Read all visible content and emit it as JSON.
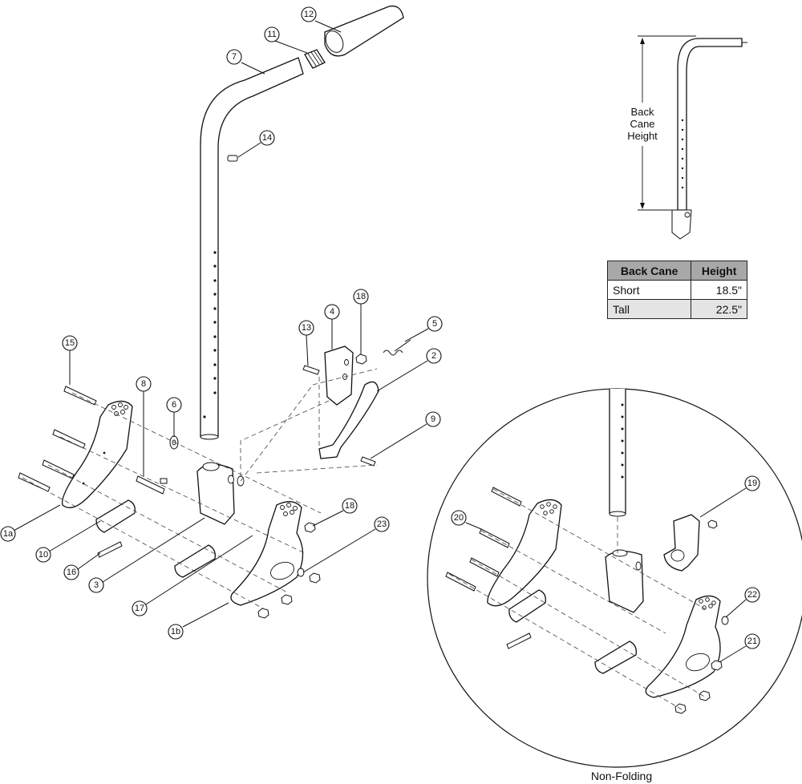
{
  "callouts": {
    "c1a": "1a",
    "c1b": "1b",
    "c2": "2",
    "c3": "3",
    "c4": "4",
    "c5": "5",
    "c6": "6",
    "c7": "7",
    "c8": "8",
    "c9": "9",
    "c10": "10",
    "c11": "11",
    "c12": "12",
    "c13": "13",
    "c14": "14",
    "c15": "15",
    "c16": "16",
    "c17": "17",
    "c18a": "18",
    "c18b": "18",
    "c19": "19",
    "c20": "20",
    "c21": "21",
    "c22": "22",
    "c23": "23"
  },
  "inset": {
    "dimension_label": [
      "Back",
      "Cane",
      "Height"
    ]
  },
  "table": {
    "headers": [
      "Back Cane",
      "Height"
    ],
    "rows": [
      {
        "name": "Short",
        "value": "18.5\""
      },
      {
        "name": "Tall",
        "value": "22.5\""
      }
    ]
  },
  "caption": "Non-Folding"
}
